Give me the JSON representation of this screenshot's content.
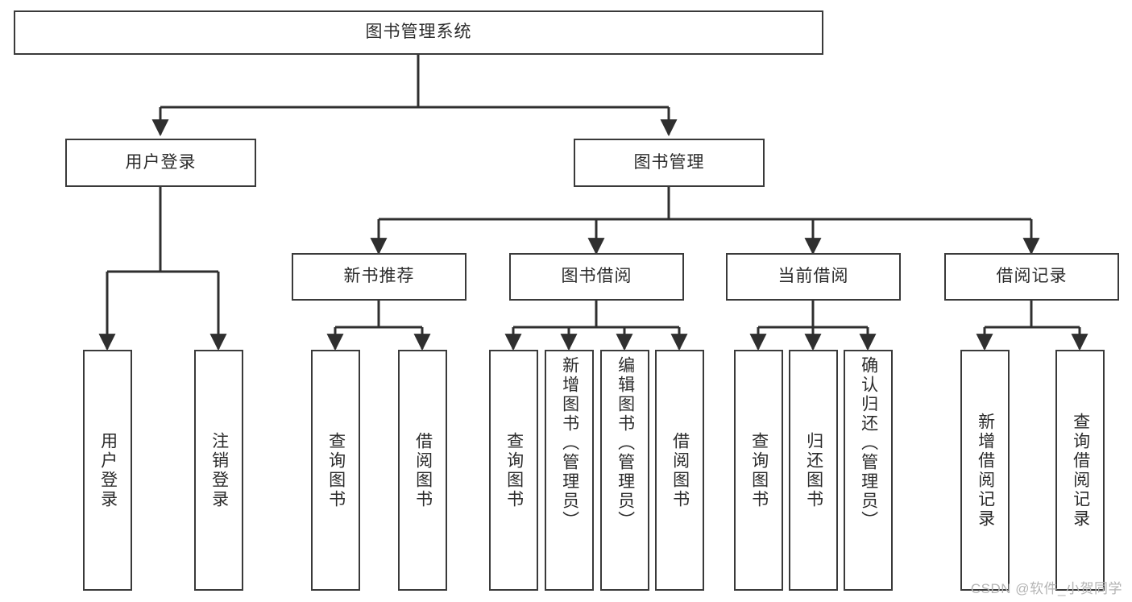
{
  "diagram": {
    "title": "图书管理系统",
    "type": "tree-hierarchy-chart",
    "colors": {
      "box_border": "#3a3a3a",
      "box_fill": "#ffffff",
      "connector": "#2f2f2f",
      "text": "#2b2b2b",
      "watermark": "#b4b4b4",
      "background": "#ffffff"
    },
    "root": {
      "id": "root",
      "label": "图书管理系统"
    },
    "level2": [
      {
        "id": "user-login",
        "label": "用户登录"
      },
      {
        "id": "book-management",
        "label": "图书管理"
      }
    ],
    "level3": [
      {
        "id": "new-book-recommend",
        "label": "新书推荐"
      },
      {
        "id": "book-borrow",
        "label": "图书借阅"
      },
      {
        "id": "current-borrow",
        "label": "当前借阅"
      },
      {
        "id": "borrow-record",
        "label": "借阅记录"
      }
    ],
    "leaves": {
      "user_login": [
        {
          "id": "leaf-user-login",
          "label": "用户登录"
        },
        {
          "id": "leaf-logout-login",
          "label": "注销登录"
        }
      ],
      "new_book_recommend": [
        {
          "id": "leaf-query-book-1",
          "label": "查询图书"
        },
        {
          "id": "leaf-borrow-book-1",
          "label": "借阅图书"
        }
      ],
      "book_borrow": [
        {
          "id": "leaf-query-book-2",
          "label": "查询图书"
        },
        {
          "id": "leaf-add-book",
          "label": "新增图书（管理员）"
        },
        {
          "id": "leaf-edit-book",
          "label": "编辑图书（管理员）"
        },
        {
          "id": "leaf-borrow-book-2",
          "label": "借阅图书"
        }
      ],
      "current_borrow": [
        {
          "id": "leaf-query-book-3",
          "label": "查询图书"
        },
        {
          "id": "leaf-return-book",
          "label": "归还图书"
        },
        {
          "id": "leaf-confirm-return",
          "label": "确认归还（管理员）"
        }
      ],
      "borrow_record": [
        {
          "id": "leaf-add-record",
          "label": "新增借阅记录"
        },
        {
          "id": "leaf-query-record",
          "label": "查询借阅记录"
        }
      ]
    }
  },
  "watermark": {
    "text": "CSDN @软件_小贺同学"
  }
}
